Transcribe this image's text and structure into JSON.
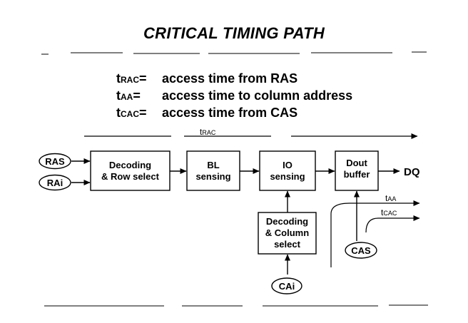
{
  "title": "CRITICAL TIMING PATH",
  "definitions": [
    {
      "sym_main": "t",
      "sym_sub": "RAC",
      "sym_tail": "=",
      "text": "access time from RAS"
    },
    {
      "sym_main": "t",
      "sym_sub": "AA",
      "sym_tail": "=",
      "text": "access time to column address"
    },
    {
      "sym_main": "t",
      "sym_sub": "CAC",
      "sym_tail": "=",
      "text": "access time from CAS"
    }
  ],
  "diagram": {
    "trac_label_main": "t",
    "trac_label_sub": "RAC",
    "inputs": {
      "ras": "RAS",
      "rai": "RAi",
      "cai": "CAi",
      "cas": "CAS"
    },
    "blocks": {
      "row_decode": [
        "Decoding",
        "& Row select"
      ],
      "bl_sensing": [
        "BL",
        "sensing"
      ],
      "io_sensing": [
        "IO",
        "sensing"
      ],
      "dout_buffer": [
        "Dout",
        "buffer"
      ],
      "col_decode": [
        "Decoding",
        "& Column",
        "select"
      ]
    },
    "output": "DQ",
    "taa_main": "t",
    "taa_sub": "AA",
    "tcac_main": "t",
    "tcac_sub": "CAC"
  }
}
